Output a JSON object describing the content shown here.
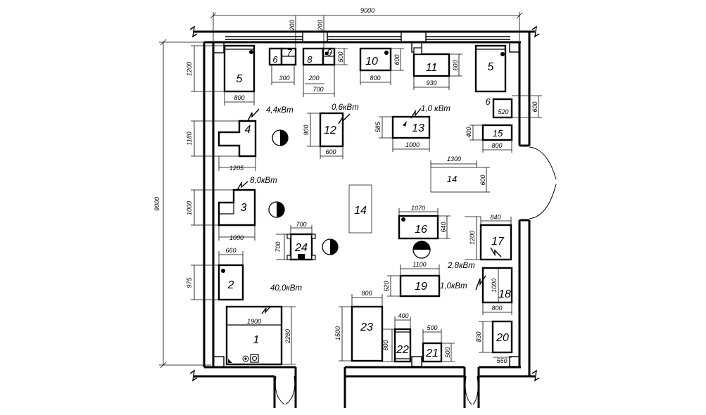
{
  "overall": {
    "width_label": "9000",
    "height_label": "9000"
  },
  "window_dims": [
    "200",
    "200"
  ],
  "items": [
    {
      "num": "1",
      "dims": [
        "1900",
        "2280"
      ],
      "power": "40,0кВт"
    },
    {
      "num": "2",
      "dims": [
        "660",
        "975"
      ]
    },
    {
      "num": "3",
      "dims": [
        "1000",
        "1000"
      ],
      "power": "8,0кВт"
    },
    {
      "num": "4",
      "dims": [
        "1205",
        "1180"
      ],
      "power": "4,4кВт"
    },
    {
      "num": "5",
      "dims": [
        "800",
        "1200"
      ]
    },
    {
      "num": "5",
      "dims": []
    },
    {
      "num": "6",
      "dims": [
        "300"
      ]
    },
    {
      "num": "6",
      "dims": [
        "520",
        "600"
      ]
    },
    {
      "num": "7",
      "dims": []
    },
    {
      "num": "8",
      "dims": [
        "200",
        "700"
      ]
    },
    {
      "num": "9",
      "dims": [
        "500"
      ]
    },
    {
      "num": "10",
      "dims": [
        "800",
        "600"
      ]
    },
    {
      "num": "11",
      "dims": [
        "930",
        "600"
      ]
    },
    {
      "num": "12",
      "dims": [
        "600",
        "900"
      ],
      "power": "0,6кВт"
    },
    {
      "num": "13",
      "dims": [
        "1000",
        "585"
      ],
      "power": "1,0 кВт"
    },
    {
      "num": "14",
      "dims": [
        "1300",
        "600"
      ]
    },
    {
      "num": "14",
      "dims": []
    },
    {
      "num": "15",
      "dims": [
        "800",
        "400"
      ]
    },
    {
      "num": "16",
      "dims": [
        "1070",
        "640"
      ]
    },
    {
      "num": "17",
      "dims": [
        "840",
        "1200"
      ],
      "power": "2,8кВт"
    },
    {
      "num": "18",
      "dims": [
        "800",
        "1000"
      ],
      "power": "1,0кВт"
    },
    {
      "num": "19",
      "dims": [
        "1100",
        "620"
      ]
    },
    {
      "num": "20",
      "dims": [
        "550",
        "830"
      ]
    },
    {
      "num": "21",
      "dims": [
        "500",
        "500"
      ]
    },
    {
      "num": "22",
      "dims": [
        "400",
        "800"
      ]
    },
    {
      "num": "23",
      "dims": [
        "800",
        "1500"
      ]
    },
    {
      "num": "24",
      "dims": [
        "700",
        "700"
      ]
    }
  ]
}
